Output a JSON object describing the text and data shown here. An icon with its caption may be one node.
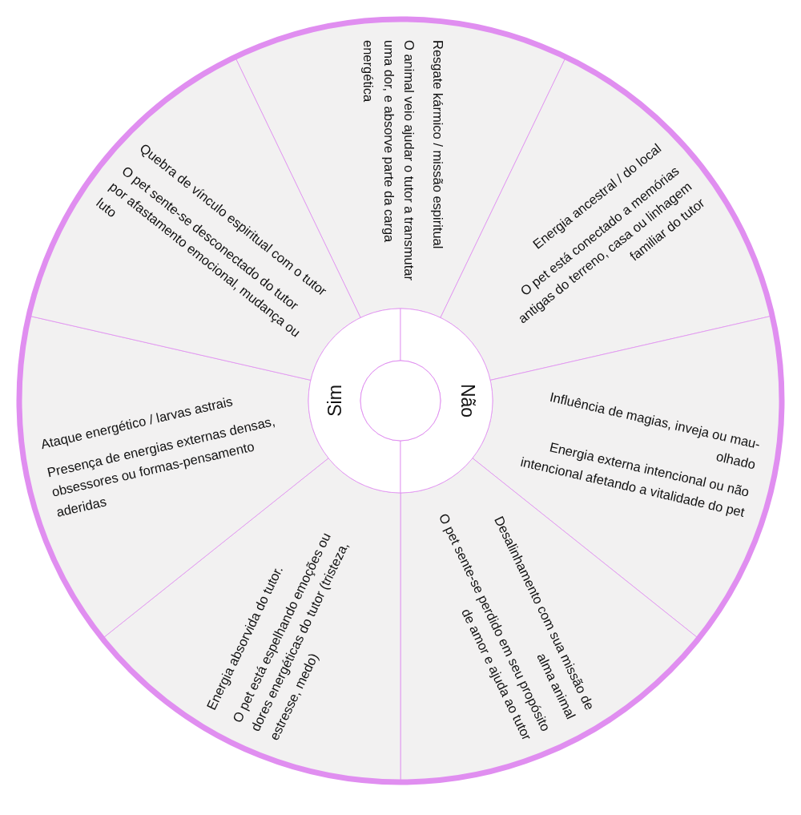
{
  "diagram": {
    "nodes": [
      {
        "text": [
          "Resgate kármico / missão espiritual",
          "O animal veio ajudar o tutor a transmutar uma dor, e absorve parte da carga energética"
        ]
      },
      {
        "text": [
          "Energia ancestral / do local",
          "O pet está conectado a memórias antigas do terreno, casa ou linhagem familiar do tutor"
        ]
      },
      {
        "text": [
          "Influência de magias, inveja ou mau-olhado",
          "Energia externa intencional ou não intencional afetando a vitalidade do pet"
        ]
      },
      {
        "text": [
          "Desalinhamento com sua missão de alma animal",
          "O pet sente-se perdido em seu propósito de amor e ajuda ao tutor"
        ]
      },
      {
        "text": [
          "Energia absorvida do tutor.",
          "O pet está espelhando emoções ou dores energéticas do tutor (tristeza, estresse, medo)"
        ]
      },
      {
        "text": [
          "Ataque energético / larvas astrais",
          "Presença de energias externas densas, obsessores ou formas-pensamento aderidas"
        ]
      },
      {
        "text": [
          "Quebra de vínculo espiritual com o tutor",
          "O pet sente-se desconectado do tutor por afastamento emocional, mudança ou luto"
        ]
      },
      {
        "text": [
          "Sim"
        ]
      },
      {
        "text": [
          "Não"
        ]
      },
      {
        "text": [],
        "shape": "circle"
      }
    ],
    "edges": []
  }
}
